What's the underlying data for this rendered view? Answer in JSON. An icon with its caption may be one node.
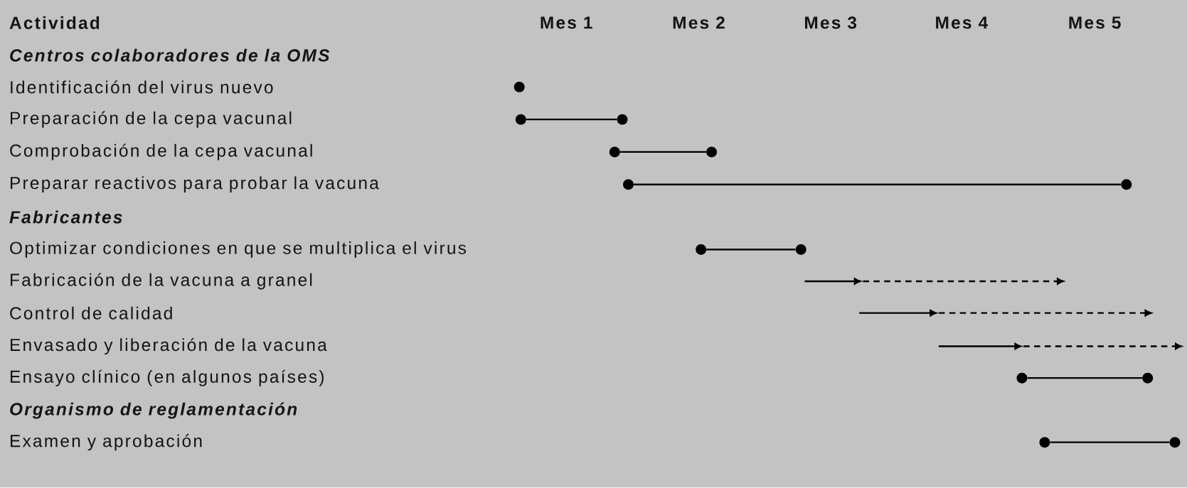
{
  "diagram": {
    "nodes": [
      {
        "text": [],
        "shape": "circle"
      },
      {
        "text": [],
        "shape": "circle"
      },
      {
        "text": [],
        "shape": "circle"
      },
      {
        "text": [],
        "shape": "circle"
      },
      {
        "text": [],
        "shape": "circle"
      },
      {
        "text": [],
        "shape": "circle"
      },
      {
        "text": [],
        "shape": "circle"
      },
      {
        "text": [],
        "shape": "circle"
      },
      {
        "text": [],
        "shape": "circle"
      },
      {
        "text": [],
        "shape": "circle"
      },
      {
        "text": [],
        "shape": "circle"
      },
      {
        "text": [],
        "shape": "circle"
      },
      {
        "text": [],
        "shape": "circle"
      }
    ],
    "edges": [
      {
        "from": 1,
        "to": 2,
        "arrow": "none"
      },
      {
        "from": 3,
        "to": 4,
        "arrow": "none"
      },
      {
        "from": 5,
        "to": 6,
        "arrow": "none"
      },
      {
        "from": 7,
        "to": 8,
        "arrow": "none"
      },
      {
        "from": 9,
        "to": 10,
        "arrow": "none"
      },
      {
        "from": 11,
        "to": 12,
        "arrow": "none"
      }
    ],
    "labels": [
      "Actividad",
      "Mes 1",
      "Mes 2",
      "Mes 3",
      "Mes 4",
      "Mes 5",
      "Centros colaboradores de la OMS",
      "Identificación del virus nuevo",
      "Preparación de la cepa vacunal",
      "Comprobación de la cepa vacunal",
      "Preparar reactivos para probar la vacuna",
      "Fabricantes",
      "Optimizar condiciones en que se multiplica el virus",
      "Fabricación de la vacuna a granel",
      "Control de calidad",
      "Envasado y liberación de la vacuna",
      "Ensayo clínico (en algunos países)",
      "Organismo de reglamentación",
      "Examen y aprobación"
    ]
  }
}
